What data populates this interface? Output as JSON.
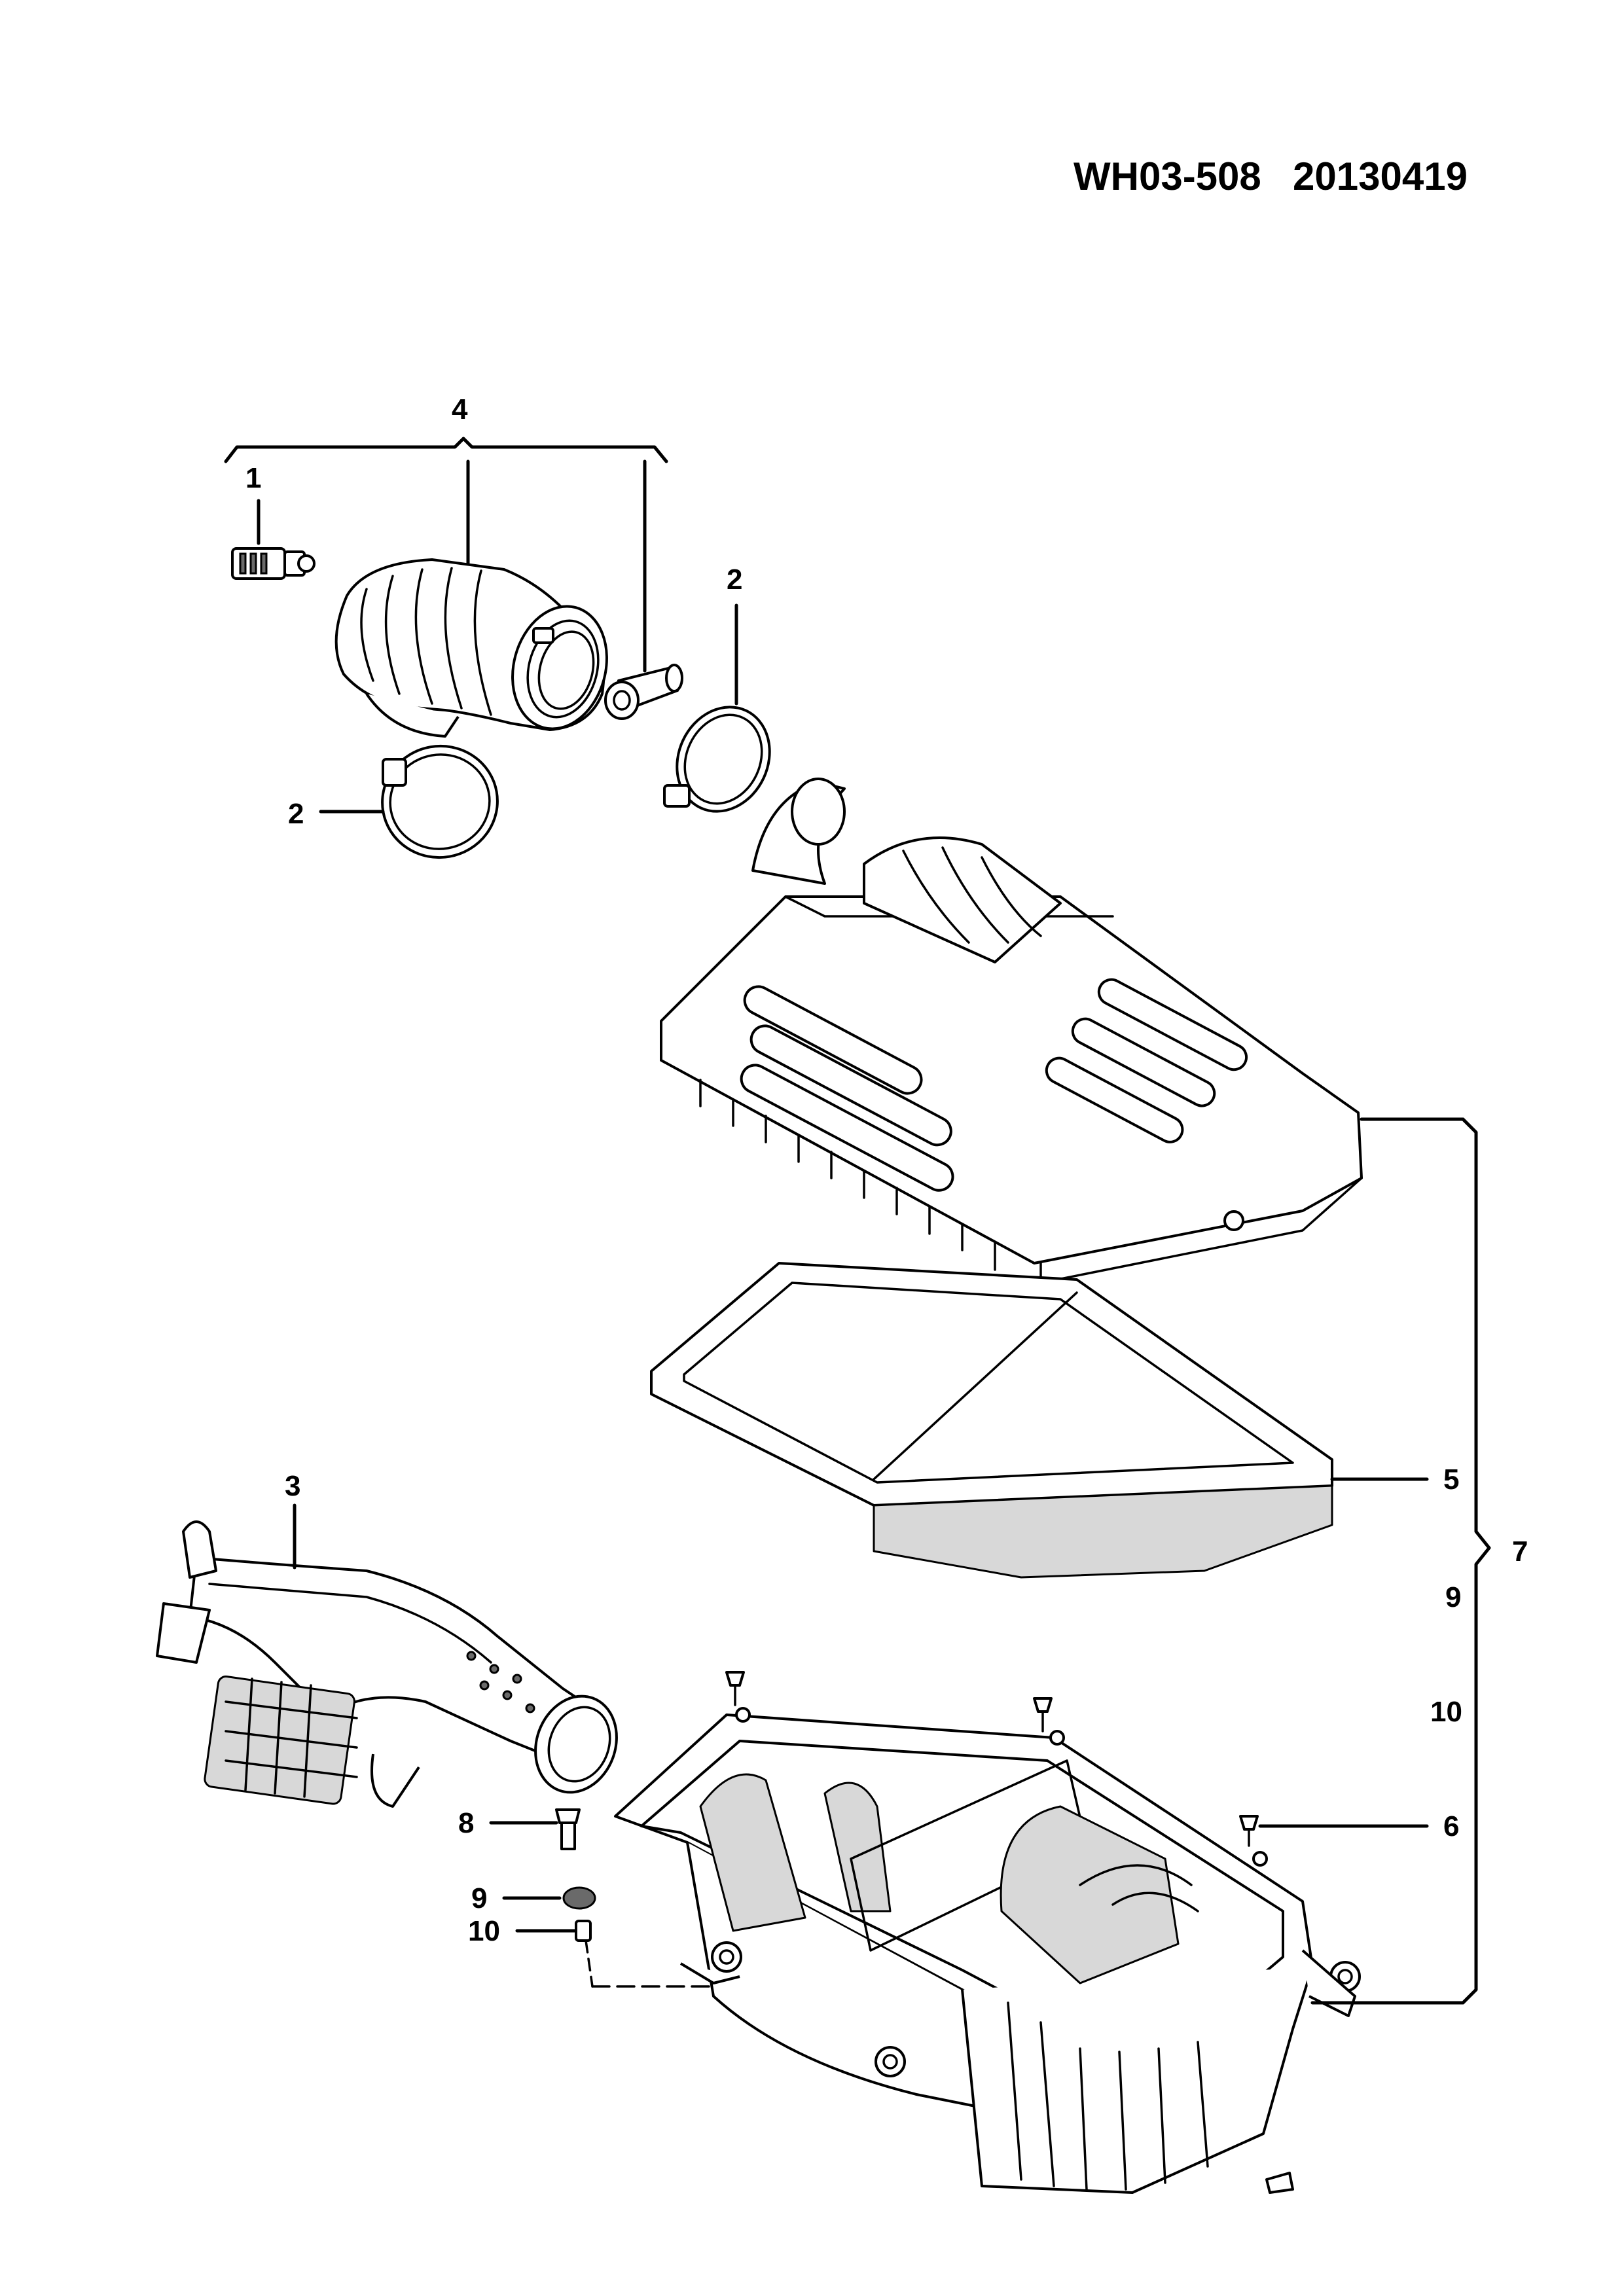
{
  "header": {
    "doc_code": "WH03-508",
    "doc_date": "20130419"
  },
  "callouts": {
    "c1": "1",
    "c2a": "2",
    "c2b": "2",
    "c3": "3",
    "c4": "4",
    "c5": "5",
    "c6": "6",
    "c7": "7",
    "c8": "8",
    "c9a": "9",
    "c9b": "9",
    "c10a": "10",
    "c10b": "10"
  }
}
